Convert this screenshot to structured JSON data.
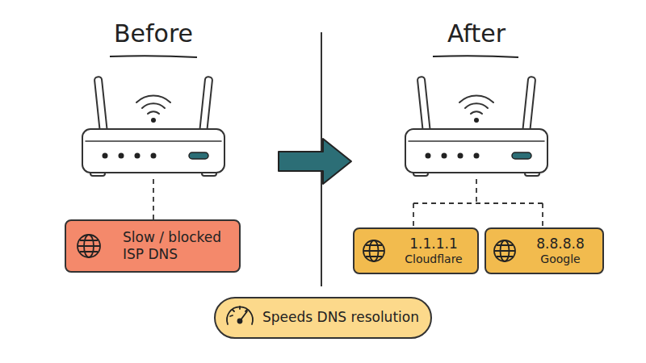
{
  "diagram": {
    "nodes": [
      {
        "text": [
          "Slow / blocked ISP DNS"
        ]
      },
      {
        "text": [
          "1.1.1.1",
          "Cloudflare"
        ]
      },
      {
        "text": [
          "8.8.8.8",
          "Google"
        ]
      },
      {
        "text": [
          "Speeds DNS resolution"
        ]
      }
    ],
    "labels": [
      "Before",
      "After"
    ]
  }
}
